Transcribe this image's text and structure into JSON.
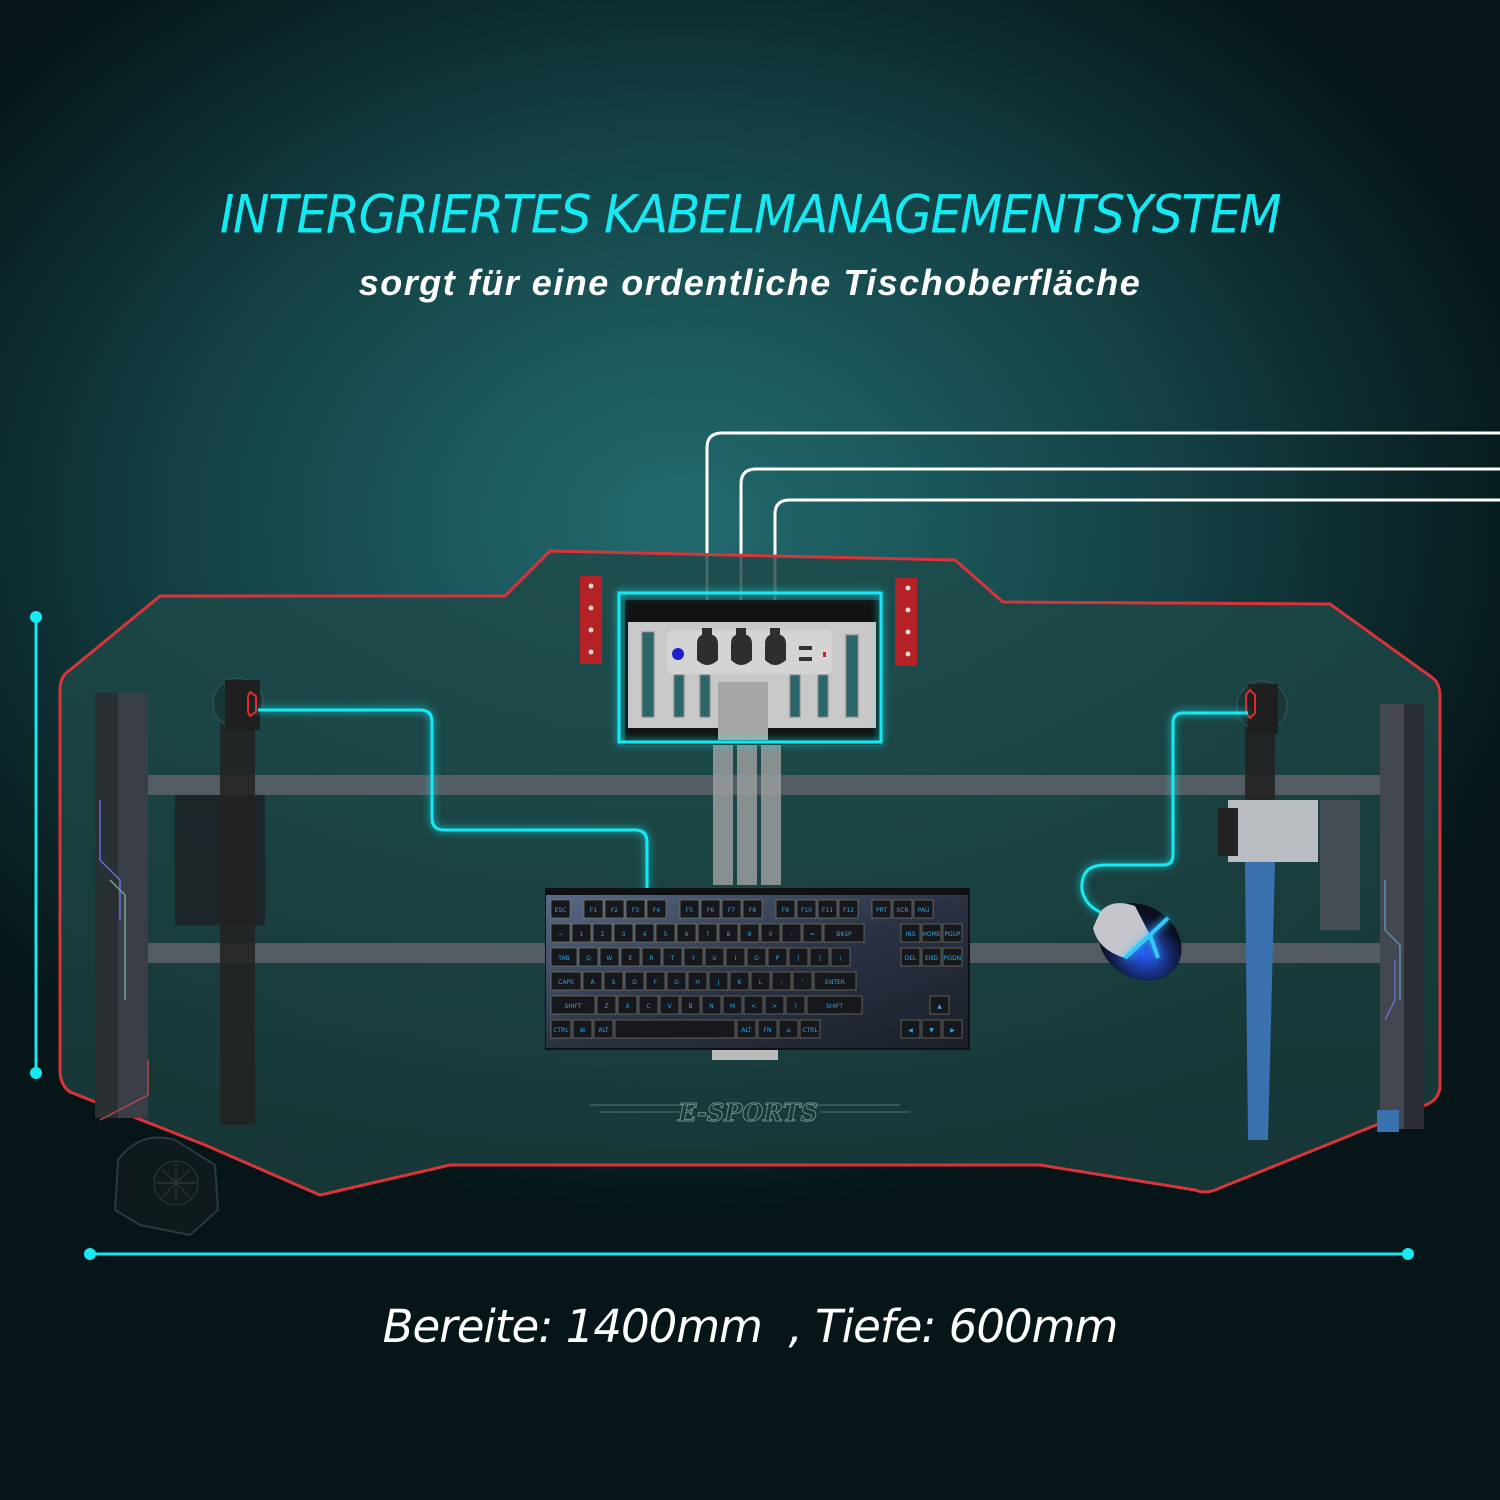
{
  "header": {
    "title": "INTERGRIERTES KABELMANAGEMENTSYSTEM",
    "subtitle": "sorgt für eine ordentliche Tischoberfläche"
  },
  "desk": {
    "logo_text": "E-SPORTS",
    "power_strip": {
      "plug_count": 3,
      "usb_ports": 2,
      "power_button_color": "#1a1fd0",
      "indicator_color": "#d02020"
    },
    "keyboard": {
      "rows": [
        [
          "ESC",
          "F1",
          "F2",
          "F3",
          "F4",
          "F5",
          "F6",
          "F7",
          "F8",
          "F9",
          "F10",
          "F11",
          "F12",
          "PRT",
          "SCR",
          "PAU"
        ],
        [
          "~",
          "1",
          "2",
          "3",
          "4",
          "5",
          "6",
          "7",
          "8",
          "9",
          "0",
          "-",
          "=",
          "BKSP",
          "INS",
          "HOME",
          "PGUP"
        ],
        [
          "TAB",
          "Q",
          "W",
          "E",
          "R",
          "T",
          "Y",
          "U",
          "I",
          "O",
          "P",
          "[",
          "]",
          "\\",
          "DEL",
          "END",
          "PGDN"
        ],
        [
          "CAPS",
          "A",
          "S",
          "D",
          "F",
          "G",
          "H",
          "J",
          "K",
          "L",
          ";",
          "'",
          "ENTER"
        ],
        [
          "SHIFT",
          "Z",
          "X",
          "C",
          "V",
          "B",
          "N",
          "M",
          "<",
          ">",
          "?",
          "SHIFT",
          "▲"
        ],
        [
          "CTRL",
          "⊞",
          "ALT",
          "",
          "ALT",
          "FN",
          "≡",
          "CTRL",
          "◀",
          "▼",
          "▶"
        ]
      ]
    }
  },
  "dimensions": {
    "width_label": "Bereite: 1400mm  , Tiefe: 600mm",
    "width_mm": 1400,
    "depth_mm": 600
  },
  "colors": {
    "accent_cyan": "#17e9f2",
    "desk_edge_red": "#d8343a",
    "cable_white": "#ffffff",
    "leg_blue": "#3a72b0"
  }
}
